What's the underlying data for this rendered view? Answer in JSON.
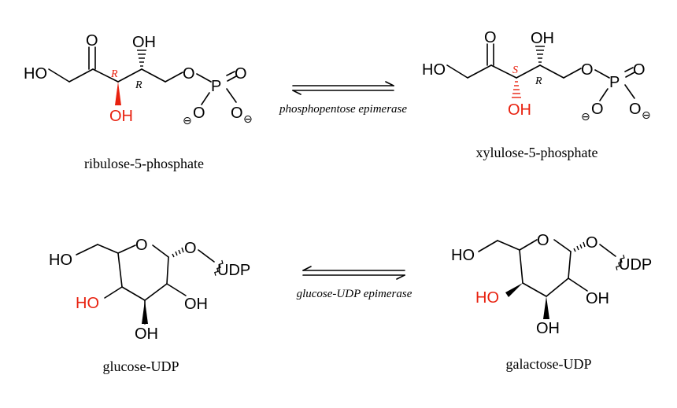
{
  "colors": {
    "ink": "#000000",
    "highlight": "#e8210f"
  },
  "reaction1": {
    "reactant": {
      "name": "ribulose-5-phosphate",
      "atoms": {
        "ho": "HO",
        "o_keto": "O",
        "oh_top": "OH",
        "oh_red": "OH",
        "o_link": "O",
        "p": "P",
        "o_dbl": "O",
        "o_minus1": "O",
        "o_minus2": "O"
      },
      "stereo": {
        "c3": "R",
        "c4": "R"
      },
      "charge": "⊖"
    },
    "enzyme": "phosphopentose epimerase",
    "product": {
      "name": "xylulose-5-phosphate",
      "atoms": {
        "ho": "HO",
        "o_keto": "O",
        "oh_top": "OH",
        "oh_red": "OH",
        "o_link": "O",
        "p": "P",
        "o_dbl": "O",
        "o_minus1": "O",
        "o_minus2": "O"
      },
      "stereo": {
        "c3": "S",
        "c4": "R"
      },
      "charge": "⊖"
    }
  },
  "reaction2": {
    "reactant": {
      "name": "glucose-UDP",
      "atoms": {
        "ho_ch2": "HO",
        "o_ring": "O",
        "o_glyc": "O",
        "udp": "UDP",
        "ho_red": "HO",
        "oh_right": "OH",
        "oh_bottom": "OH"
      }
    },
    "enzyme": "glucose-UDP epimerase",
    "product": {
      "name": "galactose-UDP",
      "atoms": {
        "ho_ch2": "HO",
        "o_ring": "O",
        "o_glyc": "O",
        "udp": "UDP",
        "ho_red": "HO",
        "oh_right": "OH",
        "oh_bottom": "OH"
      }
    }
  }
}
